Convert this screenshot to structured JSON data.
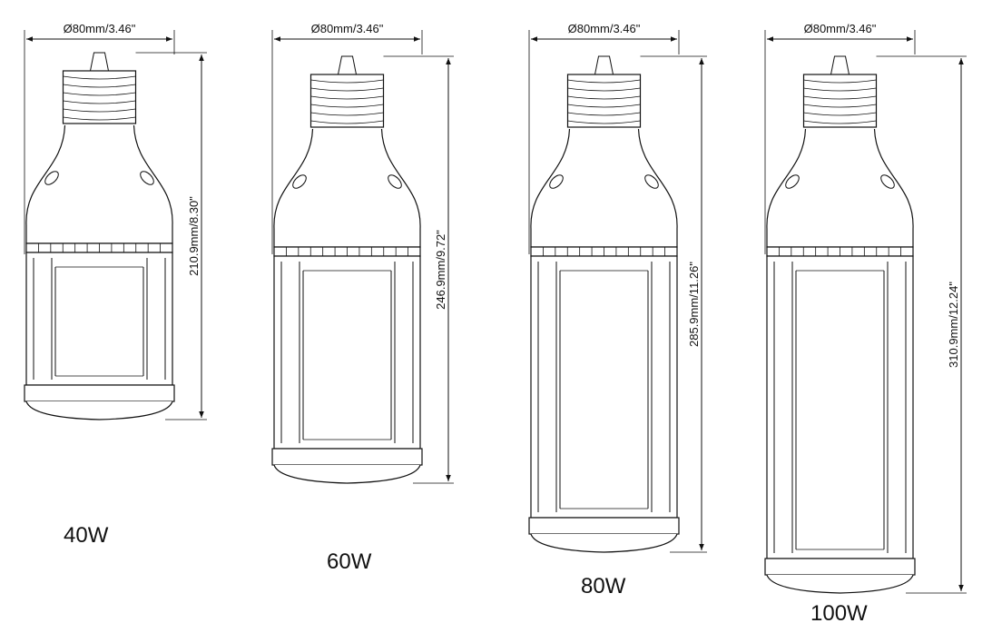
{
  "lamps": [
    {
      "diameter_label": "Ø80mm/3.46\"",
      "height_label": "210.9mm/8.30\"",
      "wattage": "40W"
    },
    {
      "diameter_label": "Ø80mm/3.46\"",
      "height_label": "246.9mm/9.72\"",
      "wattage": "60W"
    },
    {
      "diameter_label": "Ø80mm/3.46\"",
      "height_label": "285.9mm/11.26\"",
      "wattage": "80W"
    },
    {
      "diameter_label": "Ø80mm/3.46\"",
      "height_label": "310.9mm/12.24\"",
      "wattage": "100W"
    }
  ]
}
